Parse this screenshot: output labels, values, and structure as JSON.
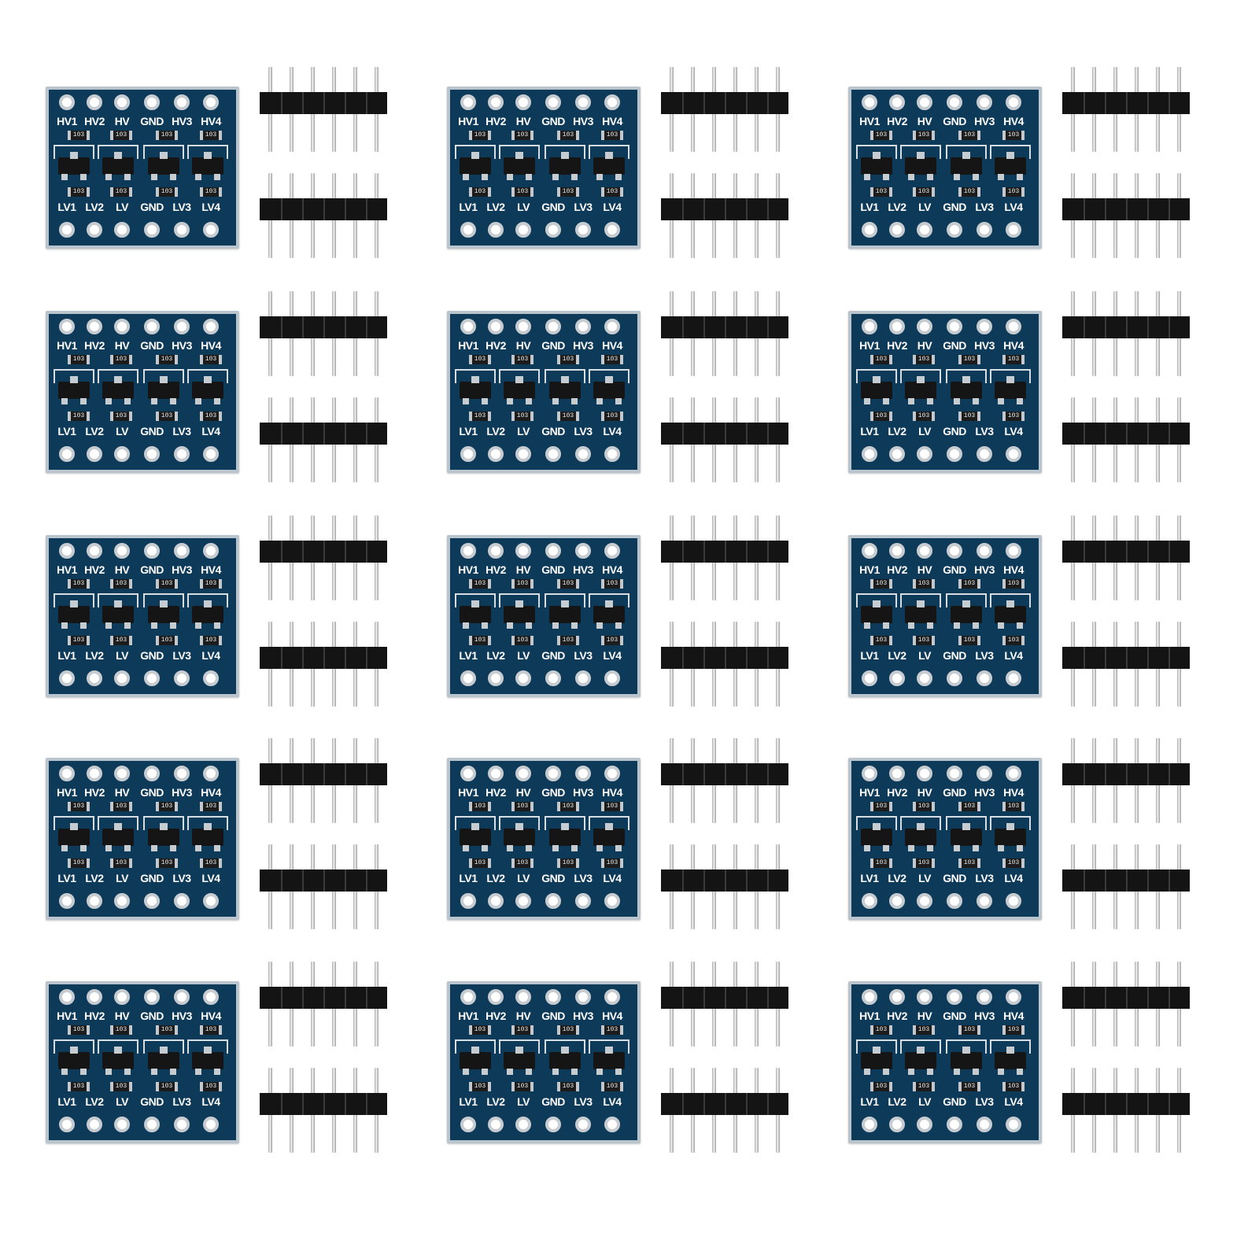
{
  "colors": {
    "background": "#ffffff",
    "pcb": "#0e3a5a",
    "silkscreen": "#ffffff",
    "pad": "#c7ccd1",
    "header_housing": "#141414",
    "pin_metal": "#d8d8d8"
  },
  "module": {
    "top_labels": [
      "HV1",
      "HV2",
      "HV",
      "GND",
      "HV3",
      "HV4"
    ],
    "bottom_labels": [
      "LV1",
      "LV2",
      "LV",
      "GND",
      "LV3",
      "LV4"
    ],
    "resistor_marking": "103",
    "mosfet_count": 4
  },
  "pin_header": {
    "pins": 6,
    "per_module": 2
  },
  "grid": {
    "rows": 5,
    "cols": 3
  }
}
